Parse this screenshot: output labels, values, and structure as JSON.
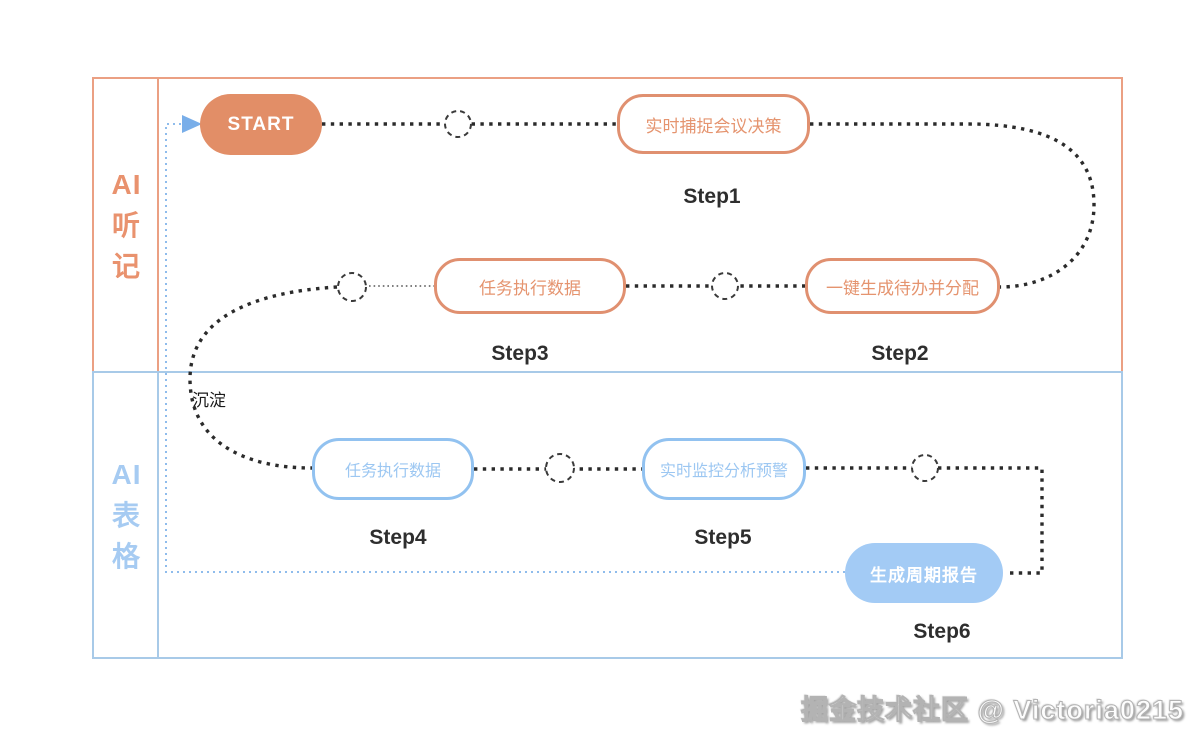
{
  "lanes": [
    {
      "name": "AI 听记",
      "lines": [
        "AI",
        "听",
        "记"
      ],
      "color": "#E9926E"
    },
    {
      "name": "AI 表格",
      "lines": [
        "AI",
        "表",
        "格"
      ],
      "color": "#A6CBF2"
    }
  ],
  "nodes": {
    "start": {
      "label": "START"
    },
    "step1": {
      "label": "实时捕捉会议决策",
      "step": "Step1"
    },
    "step2": {
      "label": "一键生成待办并分配",
      "step": "Step2"
    },
    "step3": {
      "label": "任务执行数据",
      "step": "Step3"
    },
    "step4": {
      "label": "任务执行数据",
      "step": "Step4"
    },
    "step5": {
      "label": "实时监控分析预警",
      "step": "Step5"
    },
    "step6": {
      "label": "生成周期报告",
      "step": "Step6"
    }
  },
  "annotations": {
    "sediment": "沉淀"
  },
  "watermark": "掘金技术社区 @ Victoria0215",
  "colors": {
    "orange_fill": "#E28E67",
    "orange_border": "#E09070",
    "orange_text": "#E5946F",
    "blue_border": "#92C2F0",
    "blue_fill": "#A3CBF5",
    "lane_orange": "#EBA083",
    "lane_blue": "#A8CAE8",
    "path_dark": "#2B2B2B",
    "path_return_blue": "#8FBCEC",
    "caption_dark": "#2E2E2E"
  }
}
